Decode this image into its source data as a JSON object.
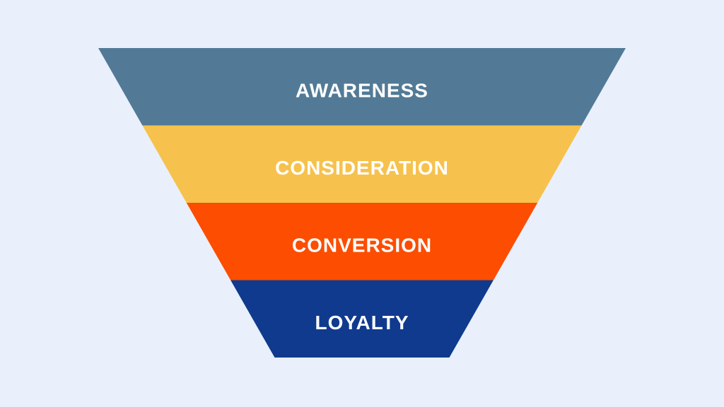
{
  "page": {
    "background_color": "#e9f0fc"
  },
  "diagram": {
    "type": "funnel",
    "title": "",
    "orientation": "inverted",
    "text_color": "#ffffff",
    "stages": [
      {
        "label": "AWARENESS",
        "color": "#527a96"
      },
      {
        "label": "CONSIDERATION",
        "color": "#f6c24d"
      },
      {
        "label": "CONVERSION",
        "color": "#fc4d00"
      },
      {
        "label": "LOYALTY",
        "color": "#103a8e"
      }
    ]
  }
}
